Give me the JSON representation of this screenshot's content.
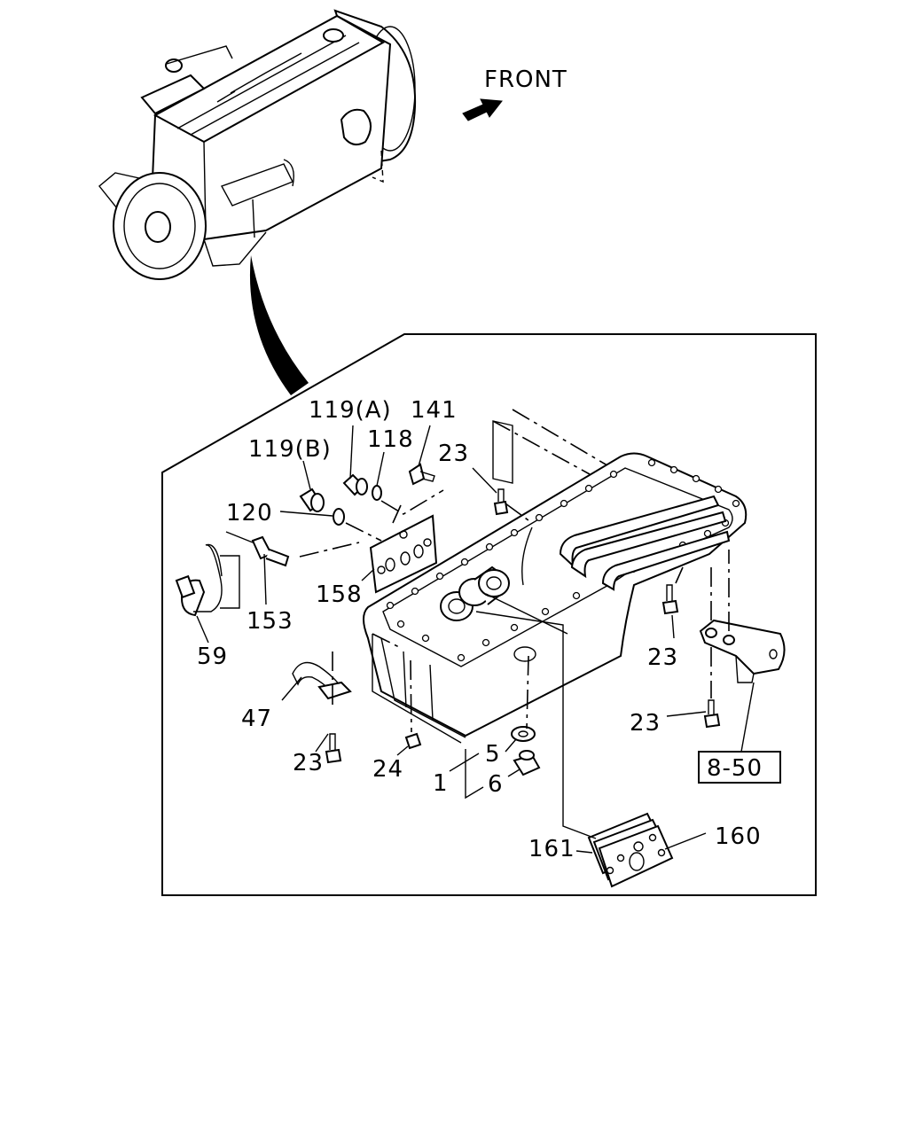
{
  "front_label": "FRONT",
  "labels": {
    "p119a": "119(A)",
    "p141": "141",
    "p119b": "119(B)",
    "p118": "118",
    "p23_top": "23",
    "p120": "120",
    "p158": "158",
    "p153": "153",
    "p59": "59",
    "p47": "47",
    "p23_left": "23",
    "p24": "24",
    "p1": "1",
    "p5": "5",
    "p6": "6",
    "p23_right": "23",
    "p23_bottom": "23",
    "ref850": "8-50",
    "p161": "161",
    "p160": "160"
  }
}
